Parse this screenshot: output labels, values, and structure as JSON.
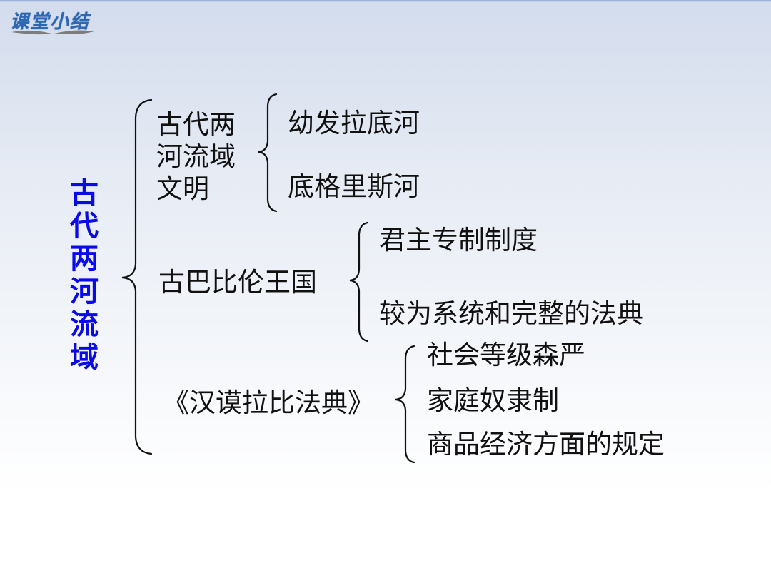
{
  "header": {
    "badge_text": "课堂小结"
  },
  "root": {
    "label": "古代两河流域",
    "color": "#0a0ae8"
  },
  "branches": [
    {
      "label": "古代两河流域文明",
      "children": [
        "幼发拉底河",
        "底格里斯河"
      ]
    },
    {
      "label": "古巴比伦王国",
      "children": [
        "君主专制制度",
        "较为系统和完整的法典"
      ]
    },
    {
      "label": "《汉谟拉比法典》",
      "children": [
        "社会等级森严",
        "家庭奴隶制",
        "商品经济方面的规定"
      ]
    }
  ]
}
